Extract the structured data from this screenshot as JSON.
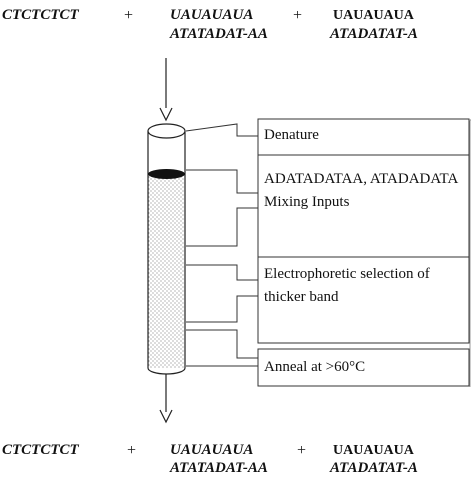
{
  "top_equation": {
    "term1": "CTCTCTCT",
    "plus1": "+",
    "term2_line1": "UAUAUAUA",
    "term2_line2": "ATATADAT-AA",
    "plus2": "+",
    "term3_line1": "UAUAUAUA",
    "term3_line2": "ATADATAT-A"
  },
  "steps": [
    {
      "label": "Denature"
    },
    {
      "label": "ADATADATAA, ATADADATA Mixing Inputs"
    },
    {
      "label": "Electrophoretic selection of thicker band"
    },
    {
      "label": "Anneal at >60°C"
    }
  ],
  "bottom_equation": {
    "term1": "CTCTCTCT",
    "plus1": "+",
    "term2_line1": "UAUAUAUA",
    "term2_line2": "ATATADAT-AA",
    "plus2": "+",
    "term3_line1": "UAUAUAUA",
    "term3_line2": "ATADATAT-A"
  }
}
